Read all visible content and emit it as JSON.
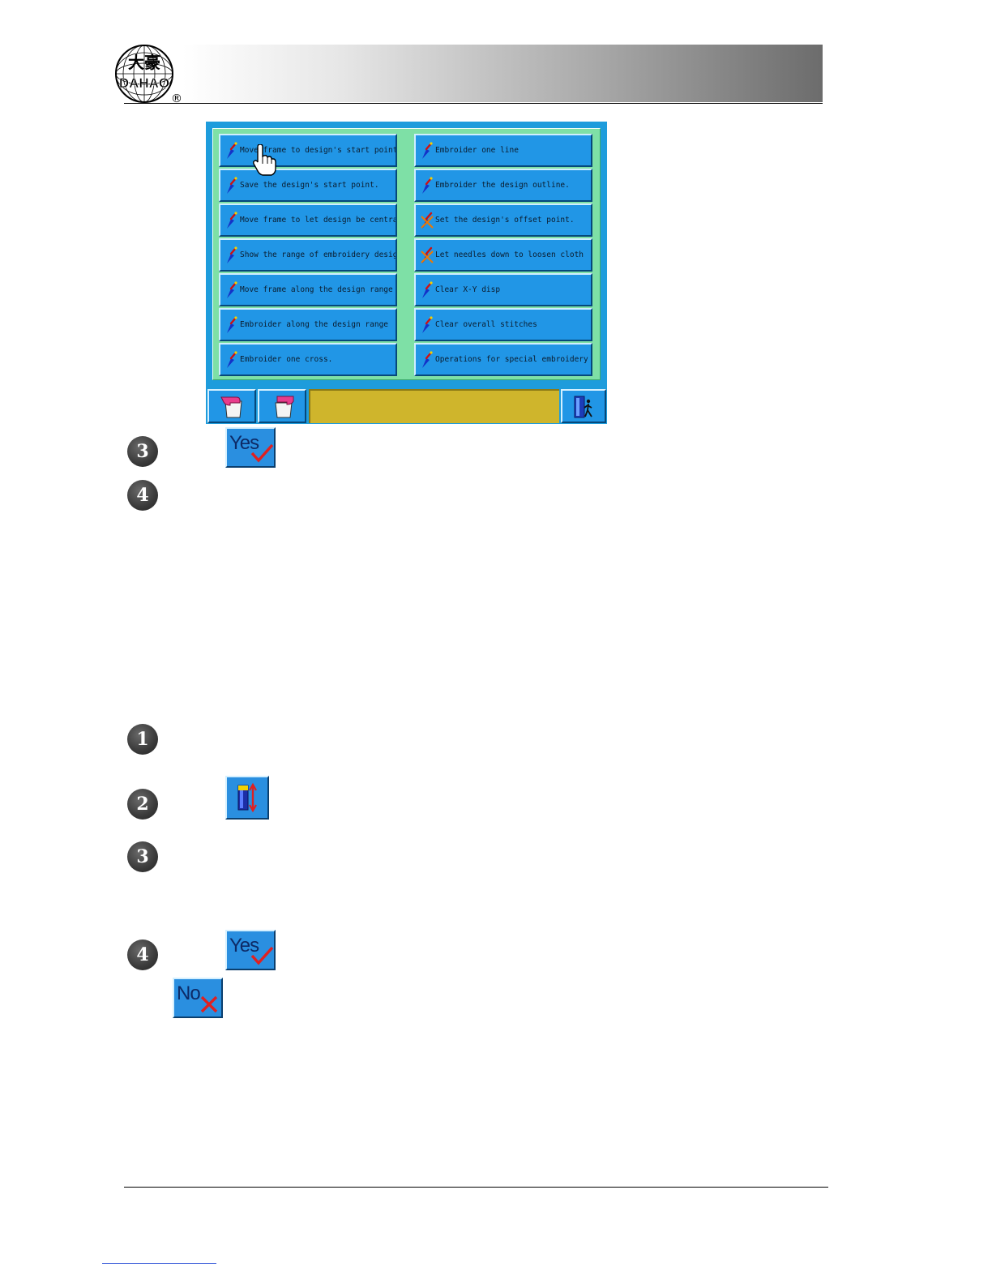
{
  "logo": {
    "chinese_text": "大豪",
    "brand_text": "DAHAO",
    "registered_mark": "®"
  },
  "menu": {
    "left": [
      {
        "label": "Move frame to design's start point.",
        "icon": "needle-icon"
      },
      {
        "label": "Save the design's start point.",
        "icon": "needle-icon"
      },
      {
        "label": "Move frame to let design be central",
        "icon": "needle-icon"
      },
      {
        "label": "Show the range of embroidery design",
        "icon": "needle-icon"
      },
      {
        "label": "Move frame along the design range",
        "icon": "needle-icon"
      },
      {
        "label": "Embroider along the design range",
        "icon": "needle-icon"
      },
      {
        "label": "Embroider one cross.",
        "icon": "needle-icon"
      }
    ],
    "right": [
      {
        "label": "Embroider one line",
        "icon": "needle-icon"
      },
      {
        "label": "Embroider the design outline.",
        "icon": "needle-icon"
      },
      {
        "label": "Set the design's offset point.",
        "icon": "needle-crossed-icon"
      },
      {
        "label": "Let needles down to loosen cloth",
        "icon": "needle-crossed-icon"
      },
      {
        "label": "Clear X-Y disp",
        "icon": "needle-icon"
      },
      {
        "label": "Clear overall stitches",
        "icon": "needle-icon"
      },
      {
        "label": "Operations for special embroidery",
        "icon": "needle-icon"
      }
    ]
  },
  "bottom_bar": {
    "status_text": "",
    "prev_page_icon": "page-up-hand-icon",
    "next_page_icon": "page-down-hand-icon",
    "exit_icon": "exit-door-icon"
  },
  "steps": {
    "first_section": [
      "3",
      "4"
    ],
    "second_section": [
      "1",
      "2",
      "3",
      "4"
    ]
  },
  "buttons": {
    "yes_label": "Yes",
    "no_label": "No"
  }
}
